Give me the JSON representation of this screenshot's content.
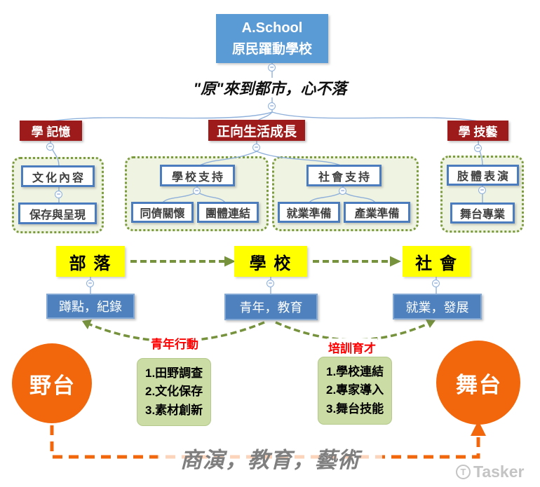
{
  "icons": {
    "collapse": "−",
    "watermark_logo": "T"
  },
  "root": {
    "line1": "A.School",
    "line2": "原民躍動學校"
  },
  "subtitle": "\"原\"來到都市，心不落",
  "branches": {
    "memory": {
      "label": "學 記憶",
      "children": [
        "文化內容",
        "保存與呈現"
      ]
    },
    "growth": {
      "label": "正向生活成長",
      "school_support": {
        "label": "學校支持",
        "children": [
          "同儕關懷",
          "團體連結"
        ]
      },
      "social_support": {
        "label": "社會支持",
        "children": [
          "就業準備",
          "產業準備"
        ]
      }
    },
    "skill": {
      "label": "學 技藝",
      "children": [
        "肢體表演",
        "舞台專業"
      ]
    }
  },
  "flow": {
    "stages": [
      {
        "label": "部 落",
        "sub": "蹲點，紀錄"
      },
      {
        "label": "學 校",
        "sub": "青年，教育"
      },
      {
        "label": "社 會",
        "sub": "就業，發展"
      }
    ],
    "actions": [
      {
        "label": "青年行動",
        "items": [
          "1.田野調查",
          "2.文化保存",
          "3.素材創新"
        ]
      },
      {
        "label": "培訓育才",
        "items": [
          "1.學校連結",
          "2.專家導入",
          "3.舞台技能"
        ]
      }
    ]
  },
  "endpoints": {
    "left": "野台",
    "right": "舞台"
  },
  "bottom_caption": "商演，教育，藝術",
  "watermark": "Tasker",
  "colors": {
    "root_blue": "#5B9BD5",
    "branch_maroon": "#9E1B1B",
    "stage_yellow": "#FFFF00",
    "node_blue_fill": "#4E81BD",
    "node_border_blue": "#4A7CBE",
    "connector_blue": "#8FB0DA",
    "olive_green": "#76923C",
    "group_bg": "#EFF3E2",
    "list_green": "#CBDCA4",
    "accent_orange": "#F2670C",
    "action_red": "#FF0000",
    "caption_gray": "#7F7F7F"
  }
}
